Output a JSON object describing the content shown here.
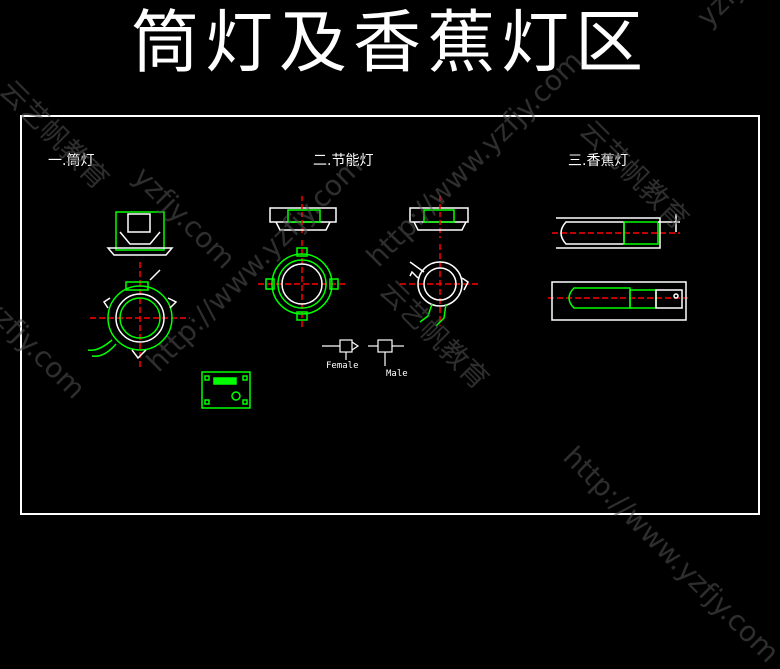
{
  "title": "筒灯及香蕉灯区",
  "sections": [
    {
      "label": "一.筒灯"
    },
    {
      "label": "二.节能灯"
    },
    {
      "label": "三.香蕉灯"
    }
  ],
  "connectors": {
    "female": "Female",
    "male": "Male"
  },
  "watermarks": {
    "url": "http://www.yzfjy.com",
    "brand": "云艺帆教育",
    "short": "yzfjy.com"
  },
  "colors": {
    "background": "#000000",
    "line_green": "#00ff00",
    "line_white": "#ffffff",
    "center_red": "#ff0000"
  }
}
